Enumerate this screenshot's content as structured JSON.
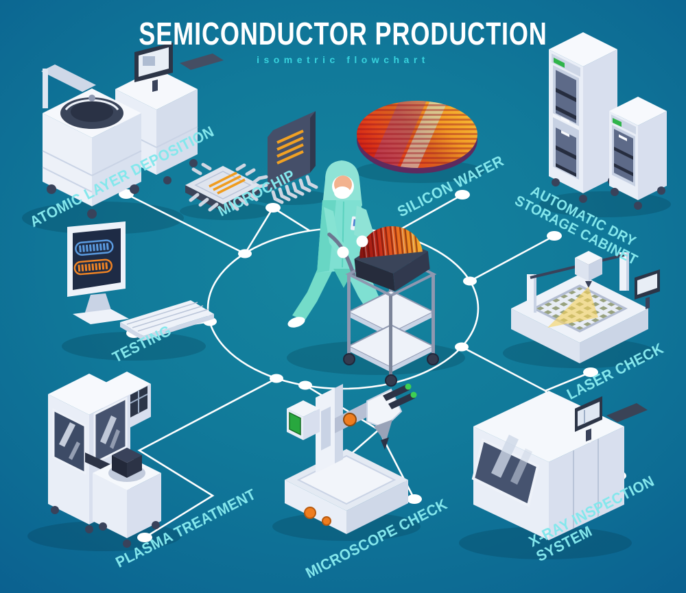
{
  "header": {
    "title": "SEMICONDUCTOR PRODUCTION",
    "subtitle": "isometric flowchart"
  },
  "labels": {
    "ald": "ATOMIC LAYER DEPOSITION",
    "microchip": "MICROCHIP",
    "silicon_wafer": "SILICON WAFER",
    "storage_line1": "AUTOMATIC DRY",
    "storage_line2": "STORAGE CABINET",
    "testing": "TESTING",
    "laser": "LASER CHECK",
    "plasma": "PLASMA TREATMENT",
    "microscope": "MICROSCOPE CHECK",
    "xray_line1": "X-RAY INSPECTION",
    "xray_line2": "SYSTEM"
  },
  "colors": {
    "background": "#107899",
    "label_cyan": "#84e7ec",
    "subtitle_cyan": "#38d3de",
    "title_white": "#ffffff",
    "connector_white": "#ffffff",
    "accent_green": "#2fb44a",
    "accent_orange": "#ef7d1f"
  }
}
